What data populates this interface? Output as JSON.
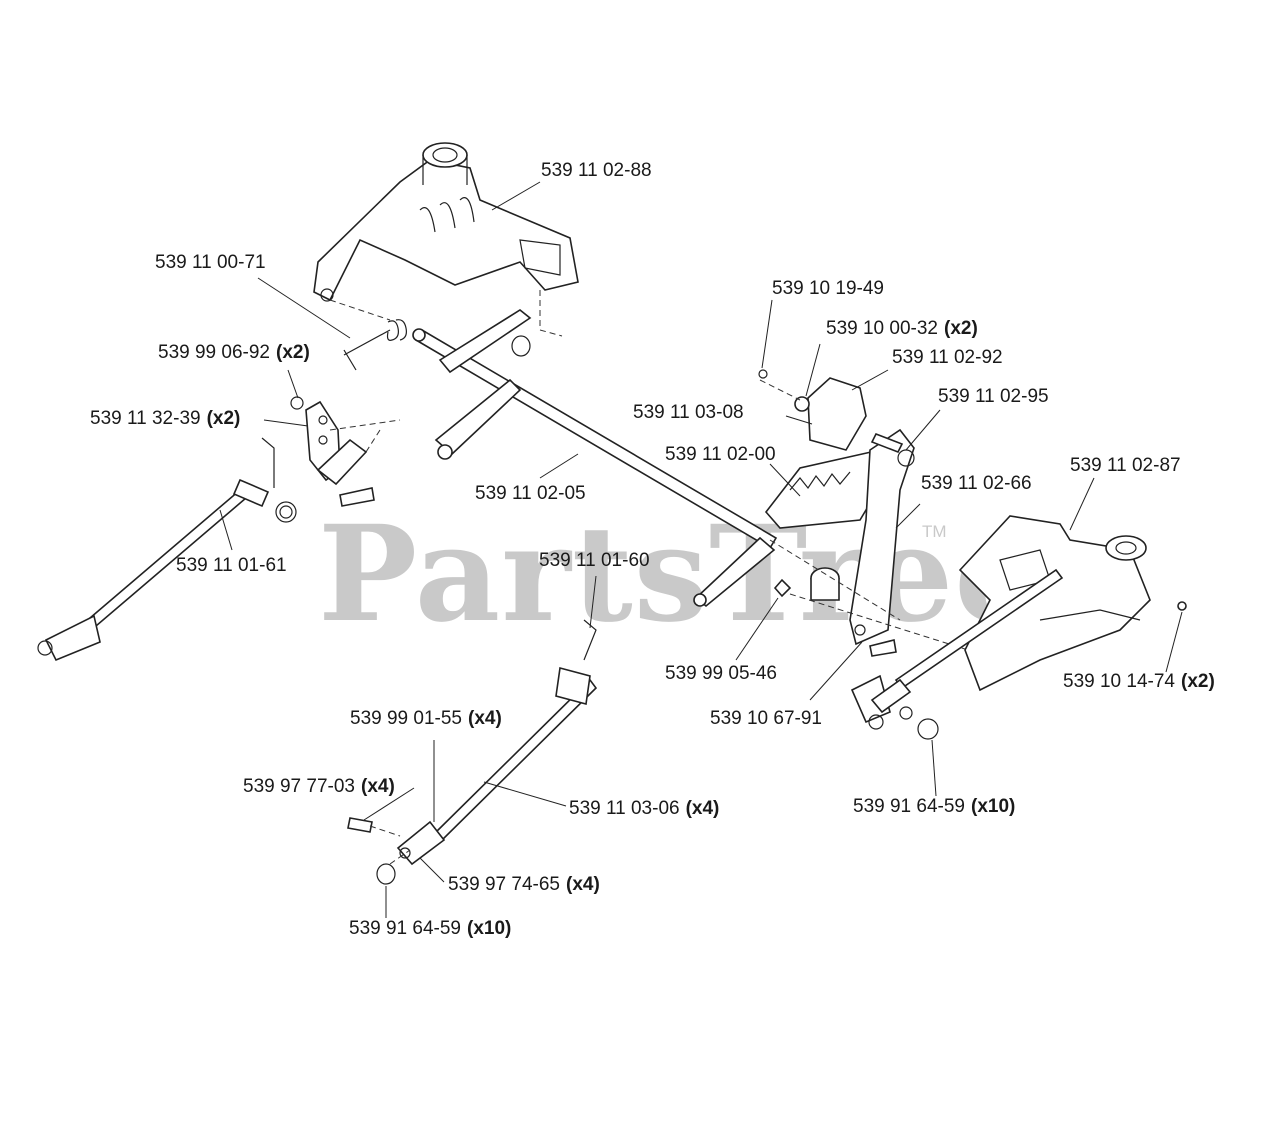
{
  "watermark": {
    "text": "PartsTree",
    "tm": "TM"
  },
  "labels": [
    {
      "id": "p1",
      "part": "539 11 02-88",
      "qty": ""
    },
    {
      "id": "p2",
      "part": "539 11 00-71",
      "qty": ""
    },
    {
      "id": "p3",
      "part": "539 99 06-92",
      "qty": "(x2)"
    },
    {
      "id": "p4",
      "part": "539 11 32-39",
      "qty": "(x2)"
    },
    {
      "id": "p5",
      "part": "539 11 01-61",
      "qty": ""
    },
    {
      "id": "p6",
      "part": "539 11 02-05",
      "qty": ""
    },
    {
      "id": "p7",
      "part": "539 10 19-49",
      "qty": ""
    },
    {
      "id": "p8",
      "part": "539 10 00-32",
      "qty": "(x2)"
    },
    {
      "id": "p9",
      "part": "539 11 02-92",
      "qty": ""
    },
    {
      "id": "p10",
      "part": "539 11 03-08",
      "qty": ""
    },
    {
      "id": "p11",
      "part": "539 11 02-95",
      "qty": ""
    },
    {
      "id": "p12",
      "part": "539 11 02-00",
      "qty": ""
    },
    {
      "id": "p13",
      "part": "539 11 02-66",
      "qty": ""
    },
    {
      "id": "p14",
      "part": "539 11 02-87",
      "qty": ""
    },
    {
      "id": "p15",
      "part": "539 11 01-60",
      "qty": ""
    },
    {
      "id": "p16",
      "part": "539 99 05-46",
      "qty": ""
    },
    {
      "id": "p17",
      "part": "539 10 67-91",
      "qty": ""
    },
    {
      "id": "p18",
      "part": "539 10 14-74",
      "qty": "(x2)"
    },
    {
      "id": "p19",
      "part": "539 99 01-55",
      "qty": "(x4)"
    },
    {
      "id": "p20",
      "part": "539 97 77-03",
      "qty": "(x4)"
    },
    {
      "id": "p21",
      "part": "539 11 03-06",
      "qty": "(x4)"
    },
    {
      "id": "p22",
      "part": "539 91 64-59",
      "qty": "(x10)"
    },
    {
      "id": "p23",
      "part": "539 97 74-65",
      "qty": "(x4)"
    },
    {
      "id": "p24",
      "part": "539 91 64-59",
      "qty": "(x10)"
    }
  ]
}
